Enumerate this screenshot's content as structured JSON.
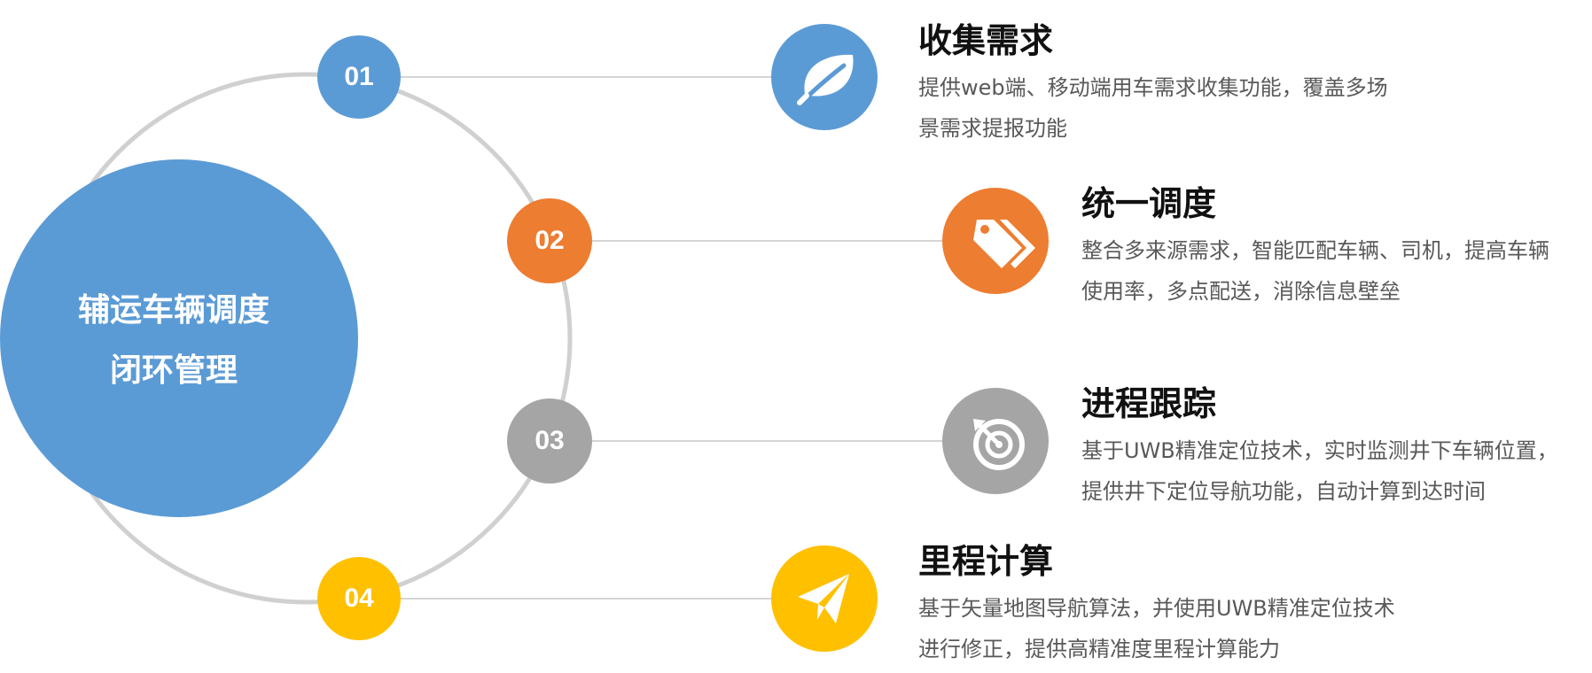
{
  "colors": {
    "blue": "#5B9BD5",
    "orange": "#ED7D31",
    "gray": "#A5A5A5",
    "yellow": "#FFC000",
    "ring": "#D0D0D0",
    "connector": "#D5D5D5"
  },
  "center": {
    "line1": "辅运车辆调度",
    "line2": "闭环管理"
  },
  "steps": [
    {
      "number": "01",
      "icon": "leaf-icon",
      "title": "收集需求",
      "line1": "提供web端、移动端用车需求收集功能，覆盖多场",
      "line2": "景需求提报功能"
    },
    {
      "number": "02",
      "icon": "tags-icon",
      "title": "统一调度",
      "line1": "整合多来源需求，智能匹配车辆、司机，提高车辆",
      "line2": "使用率，多点配送，消除信息壁垒"
    },
    {
      "number": "03",
      "icon": "target-icon",
      "title": "进程跟踪",
      "line1": "基于UWB精准定位技术，实时监测井下车辆位置，",
      "line2": "提供井下定位导航功能，自动计算到达时间"
    },
    {
      "number": "04",
      "icon": "paper-plane-icon",
      "title": "里程计算",
      "line1": "基于矢量地图导航算法，并使用UWB精准定位技术",
      "line2": "进行修正，提供高精准度里程计算能力"
    }
  ]
}
